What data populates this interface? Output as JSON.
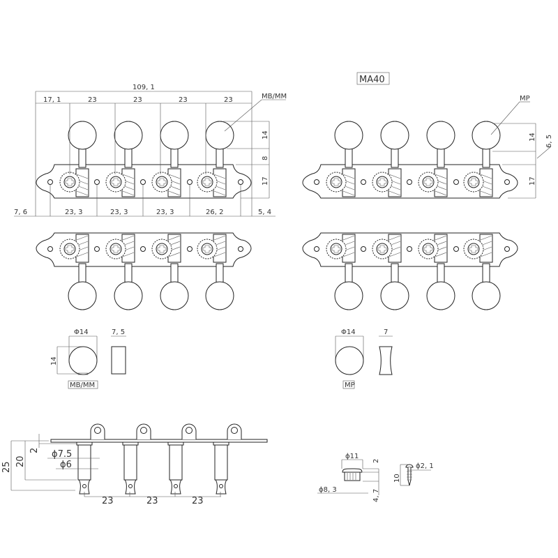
{
  "model": "MA40",
  "variants": {
    "left": "MB/MM",
    "right": "MP"
  },
  "top_left_dims": {
    "overall": "109, 1",
    "first": "17, 1",
    "spacing": [
      "23",
      "23",
      "23",
      "23"
    ],
    "holes": [
      "23, 3",
      "23, 3",
      "23, 3",
      "26, 2"
    ],
    "left_edge": "7, 6",
    "right_edge": "5, 4",
    "knob_height": "14",
    "shaft": "8",
    "plate": "17"
  },
  "top_right_dims": {
    "knob_height": "14",
    "shaft": "6, 5",
    "plate": "17"
  },
  "knob_left": {
    "diameter": "Φ14",
    "height": "14",
    "thickness": "7, 5",
    "tag": "MB/MM"
  },
  "knob_right": {
    "diameter": "Φ14",
    "thickness": "7",
    "tag": "MP"
  },
  "side_view": {
    "total": "25",
    "post": "20",
    "plate": "2",
    "bush_dia": "ϕ7.5",
    "post_dia": "ϕ6",
    "spacing": [
      "23",
      "23",
      "23"
    ]
  },
  "bushing": {
    "top_dia": "ϕ11",
    "head": "2",
    "body_dia": "ϕ8, 3",
    "height": "4, 7"
  },
  "screw": {
    "dia": "ϕ2, 1",
    "length": "10"
  }
}
